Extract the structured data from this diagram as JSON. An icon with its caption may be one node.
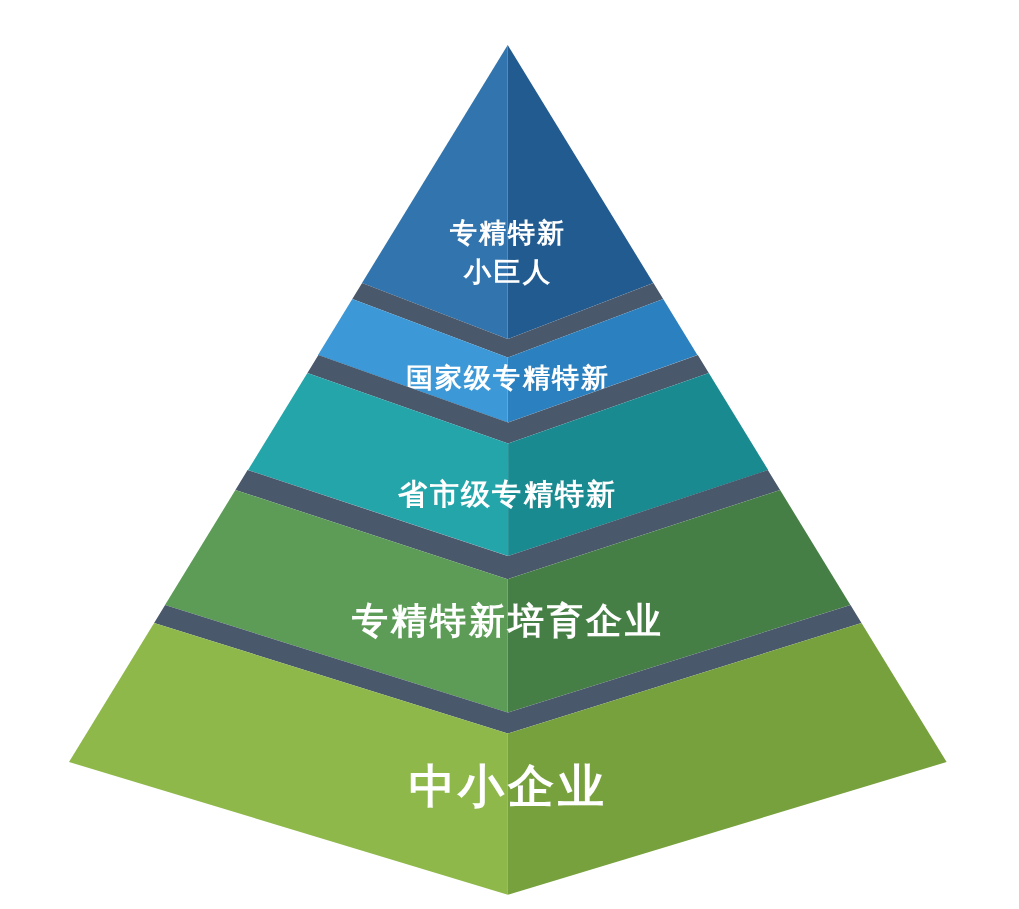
{
  "diagram": {
    "nodes": [
      {
        "text": [
          "专精特新小巨人"
        ]
      },
      {
        "text": [
          "国家级专精特新"
        ]
      },
      {
        "text": [
          "省市级专精特新"
        ]
      },
      {
        "text": [
          "专精特新培育企业"
        ]
      },
      {
        "text": [
          "中小企业"
        ]
      }
    ]
  }
}
